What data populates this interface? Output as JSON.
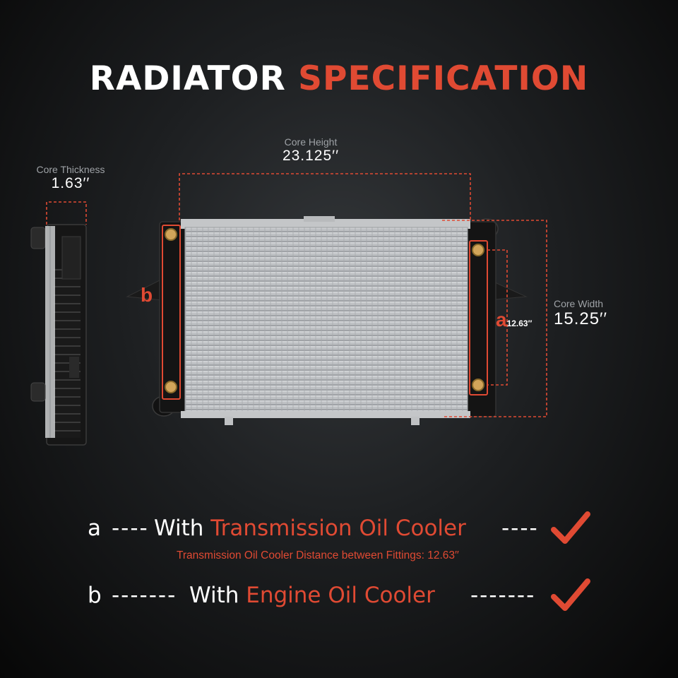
{
  "title": {
    "part1": "RADIATOR",
    "part2": "SPECIFICATION"
  },
  "dimensions": {
    "core_thickness": {
      "label": "Core Thickness",
      "value": "1.63′′"
    },
    "core_height": {
      "label": "Core Height",
      "value": "23.125′′"
    },
    "core_width": {
      "label": "Core Width",
      "value": "15.25′′"
    },
    "fitting_distance": {
      "value": "12.63′′"
    }
  },
  "markers": {
    "a": "a",
    "b": "b"
  },
  "features": [
    {
      "letter": "a",
      "dashes_left": "----",
      "prefix": "With",
      "highlight": "Transmission Oil Cooler",
      "dashes_right": "----",
      "note": "Transmission Oil Cooler Distance between Fittings: 12.63′′"
    },
    {
      "letter": "b",
      "dashes_left": "-------",
      "prefix": "With",
      "highlight": "Engine Oil Cooler",
      "dashes_right": "-------"
    }
  ],
  "colors": {
    "accent": "#e04a33",
    "text": "#ffffff",
    "muted": "#9ea2a6",
    "background": "#1d1f21"
  }
}
